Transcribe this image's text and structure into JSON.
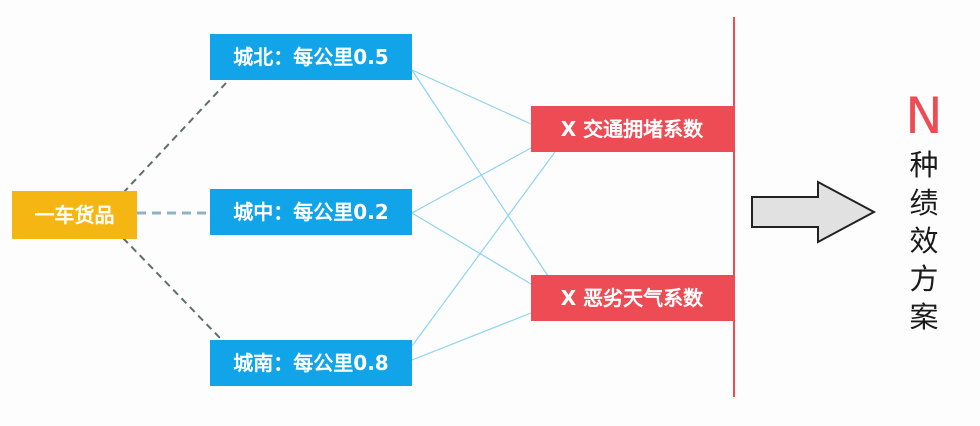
{
  "root": {
    "label": "一车货品"
  },
  "cities": [
    {
      "label": "城北：每公里0.5"
    },
    {
      "label": "城中：每公里0.2"
    },
    {
      "label": "城南：每公里0.8"
    }
  ],
  "factors": [
    {
      "label": "X 交通拥堵系数"
    },
    {
      "label": "X 恶劣天气系数"
    }
  ],
  "result": {
    "n_label": "N",
    "text_chars": [
      "种",
      "绩",
      "效",
      "方",
      "案"
    ]
  },
  "colors": {
    "city_box": "#12a4e8",
    "factor_box": "#ee4c55",
    "root_box": "#f5b614",
    "accent_n": "#ee4c55",
    "divider_line": "#ee4c55",
    "link_thin": "#8fd3f2",
    "link_dashed_gray": "#5e6e6a",
    "link_dashed_blue": "#8fb2c4",
    "arrow_fill": "#e1e1e1",
    "arrow_stroke": "#222222"
  }
}
